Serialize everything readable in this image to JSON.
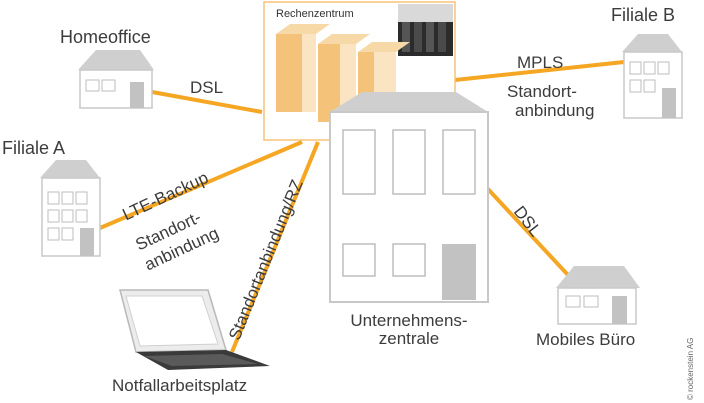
{
  "nodes": {
    "homeoffice": "Homeoffice",
    "filiale_a": "Filiale A",
    "filiale_b": "Filiale B",
    "rechenzentrum": "Rechenzentrum",
    "zentrale_1": "Unternehmens-",
    "zentrale_2": "zentrale",
    "mobiles_buero": "Mobiles Büro",
    "notfall": "Notfallarbeitsplatz"
  },
  "links": {
    "dsl_home": "DSL",
    "mpls": "MPLS",
    "standort_b_1": "Standort-",
    "standort_b_2": "anbindung",
    "lte": "LTE-Backup",
    "standort_a_1": "Standort-",
    "standort_a_2": "anbindung",
    "rz": "Standortanbindung/RZ",
    "dsl_mobil": "DSL"
  },
  "copyright": "© rockenstein AG",
  "colors": {
    "line": "#f5a623",
    "house": "#e3e3e3",
    "house_stroke": "#c8c8c8",
    "door": "#bdbdbd",
    "text": "#3c3c3c"
  }
}
